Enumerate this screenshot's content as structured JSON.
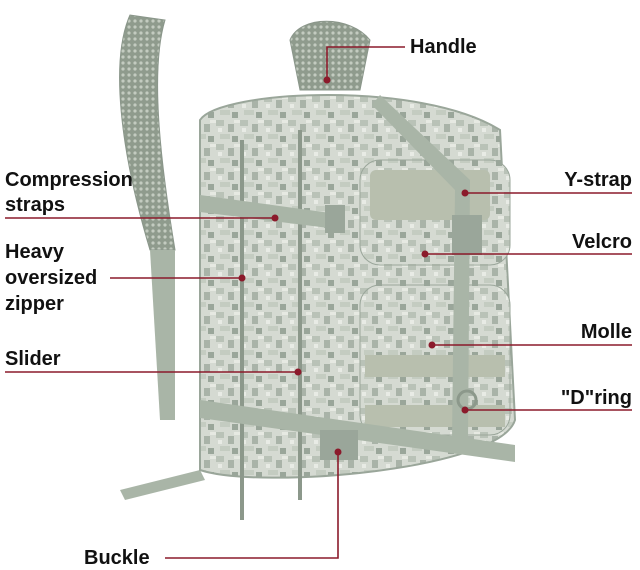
{
  "title": "Backpack feature diagram",
  "accent_color": "#8b1a2b",
  "labels": {
    "handle": "Handle",
    "compression_line1": "Compression",
    "compression_line2": "straps",
    "y_strap": "Y-strap",
    "heavy_line1": "Heavy",
    "heavy_line2": "oversized",
    "heavy_line3": "zipper",
    "velcro": "Velcro",
    "molle": "Molle",
    "slider": "Slider",
    "d_ring": "\"D\"ring",
    "buckle": "Buckle"
  }
}
